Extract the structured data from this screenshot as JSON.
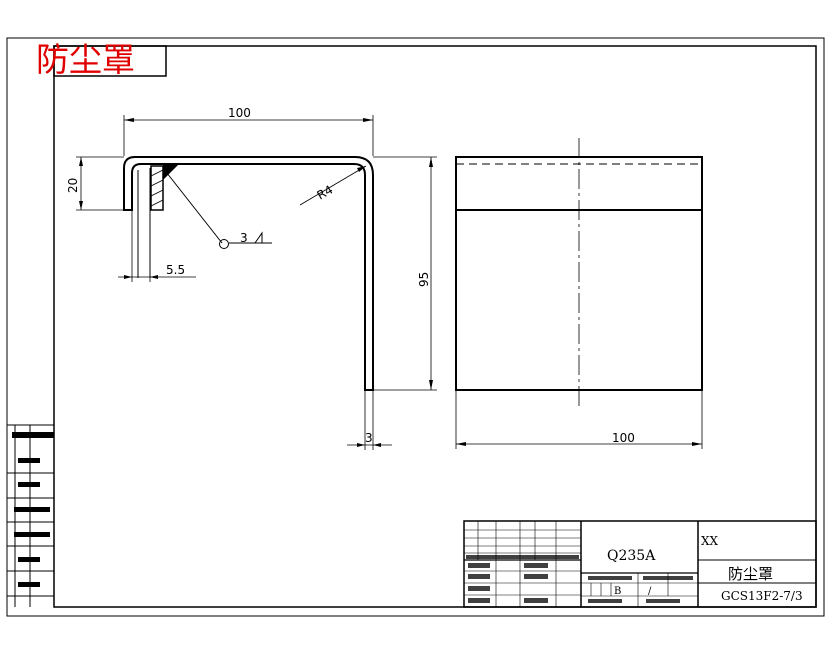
{
  "title_block": {
    "part_name_red": "防尘罩",
    "material": "Q235A",
    "company": "XX",
    "drawing_name": "防尘罩",
    "drawing_number": "GCS13F2-7/3",
    "stage_mark": "B",
    "weight": "/"
  },
  "dimensions": {
    "top_width": "100",
    "flange_height": "20",
    "radius": "R4",
    "weld_size": "3",
    "flange_offset": "5.5",
    "height": "95",
    "thickness": "3",
    "side_width": "100"
  }
}
